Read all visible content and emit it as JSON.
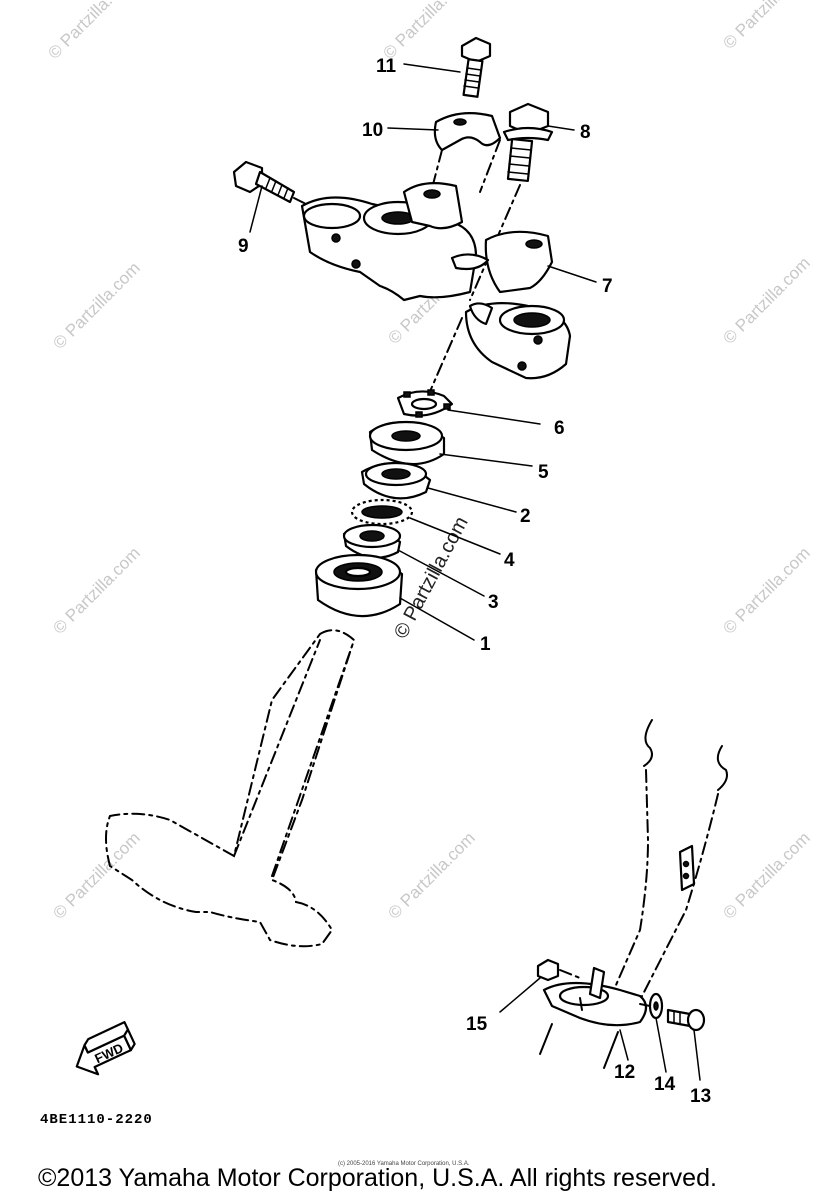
{
  "callouts": [
    "1",
    "2",
    "3",
    "4",
    "5",
    "6",
    "7",
    "8",
    "9",
    "10",
    "11",
    "12",
    "13",
    "14",
    "15"
  ],
  "fwd_label": "FWD",
  "diagram_code": "4BE1110-2220",
  "watermark": "© Partzilla.com",
  "tiny_copyright": "(c) 2005-2016 Yamaha Motor Corporation, U.S.A.",
  "copyright": "©2013 Yamaha Motor Corporation, U.S.A. All rights reserved."
}
